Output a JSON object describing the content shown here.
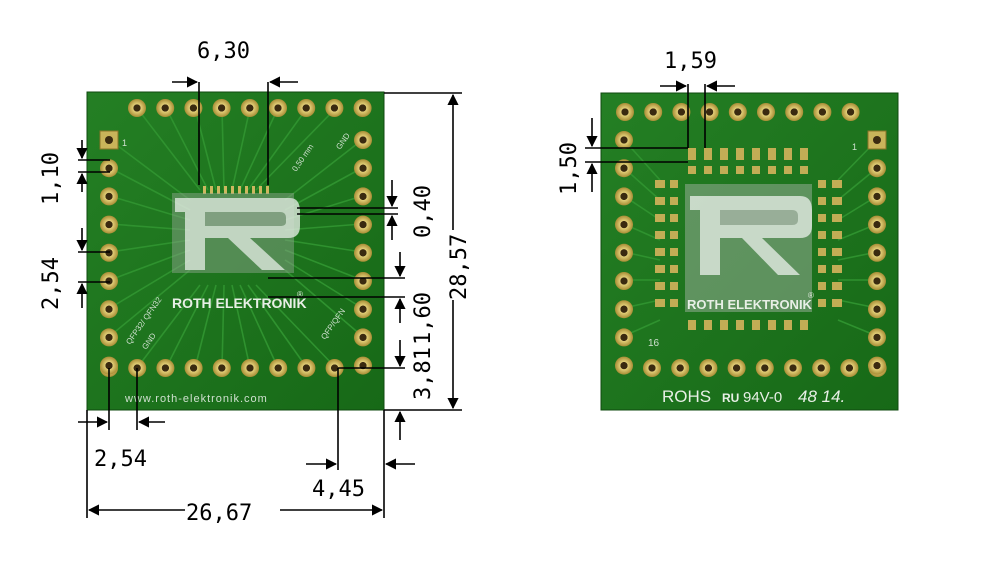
{
  "diagram": {
    "dimensions": {
      "top_pitch": "6,30",
      "left_upper": "1,10",
      "left_lower": "2,54",
      "pad_gap": "0,40",
      "pad_length": "1,60",
      "height_total": "28,57",
      "hole_offset": "3,81",
      "bottom_pitch": "2,54",
      "corner_offset": "4,45",
      "width_total": "26,67",
      "right_top": "1,59",
      "right_side": "1,50"
    },
    "board_front": {
      "brand": "ROTH ELEKTRONIK",
      "registered": "®",
      "url": "www.roth-elektronik.com",
      "pin_one": "1",
      "pitch_text": "0,50 mm",
      "gnd_top": "GND",
      "gnd_bottom": "GND",
      "package_left": "QFP32/ QFN32",
      "package_right": "QFP/QFN"
    },
    "board_back": {
      "brand": "ROTH ELEKTRONIK",
      "registered": "®",
      "pin_one": "1",
      "pin_sixteen": "16",
      "rohs": "ROHS",
      "ul_mark": "RU",
      "rating": "94V-0",
      "date_code": "48 14."
    },
    "colors": {
      "pcb": "#1f7a1f",
      "pcb_dark": "#155e15",
      "pad": "#c9b45a",
      "hole": "#3a2a10",
      "silk": "#e8efe6"
    }
  }
}
